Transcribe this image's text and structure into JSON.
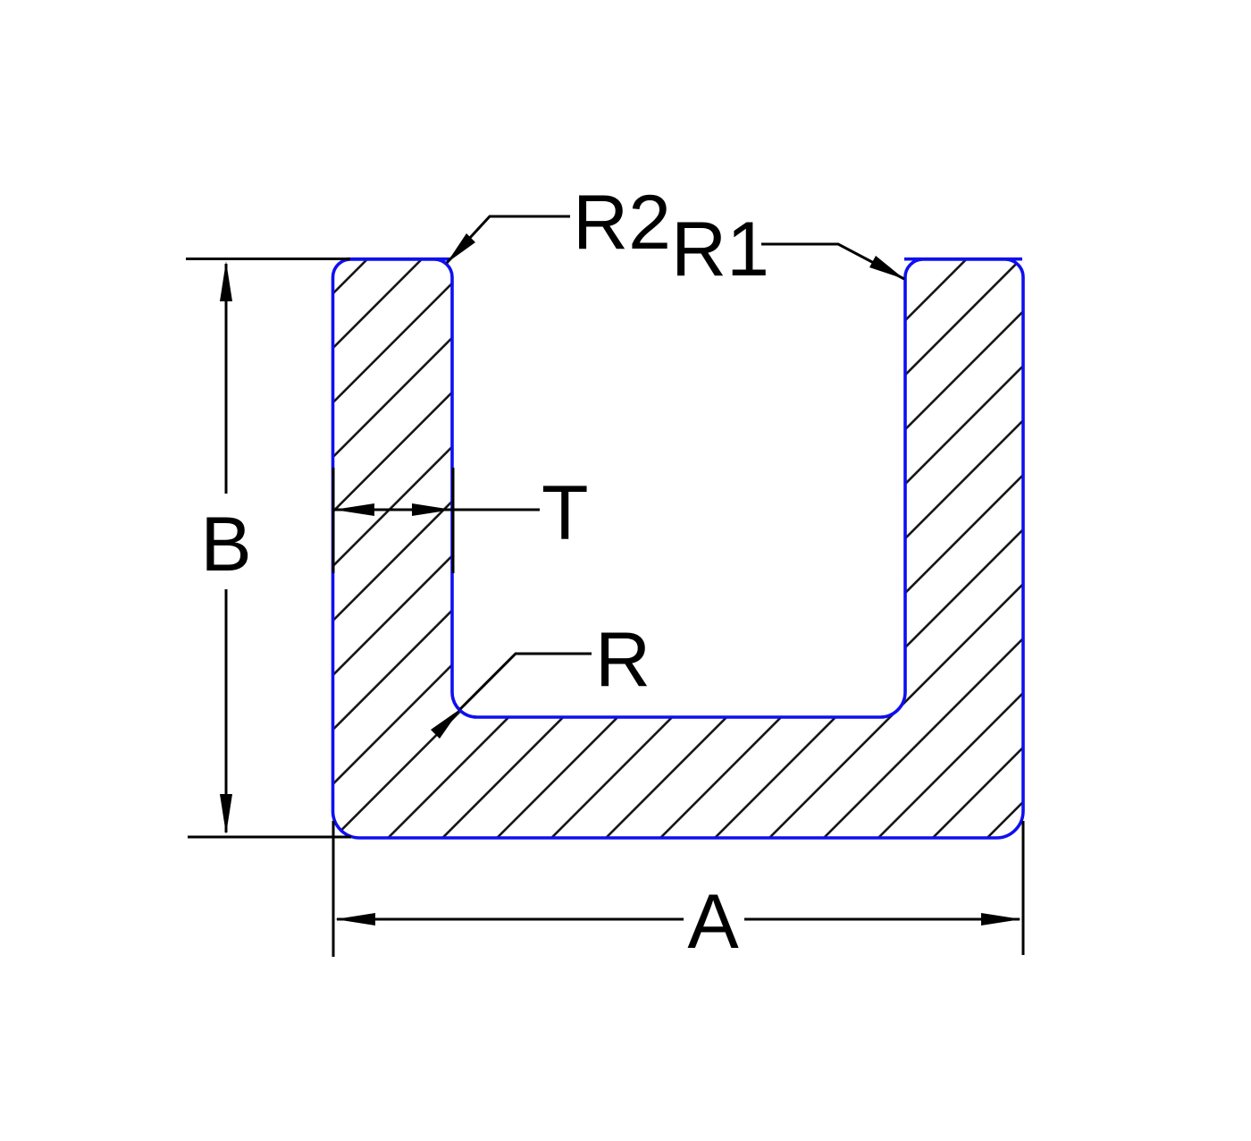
{
  "drawing": {
    "kind": "channel-cross-section",
    "labels": {
      "a": "A",
      "b": "B",
      "t": "T",
      "r": "R",
      "r1": "R1",
      "r2": "R2"
    },
    "colors": {
      "profile_outline": "#0f0ff0",
      "annotation": "#000000",
      "hatch": "#141414",
      "background": "#ffffff"
    }
  }
}
